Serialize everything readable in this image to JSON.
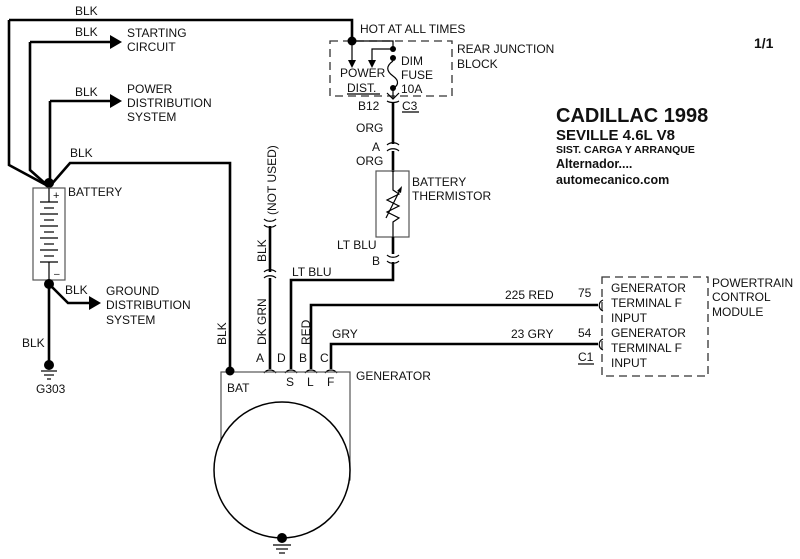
{
  "page_number": "1/1",
  "title": {
    "make_year": "CADILLAC 1998",
    "model": "SEVILLE  4.6L  V8",
    "system": "SIST. CARGA Y ARRANQUE",
    "component": "Alternador....",
    "site": "automecanico.com"
  },
  "battery": {
    "label": "BATTERY",
    "plus": "+",
    "minus": "–",
    "wires": {
      "top_loop": "BLK",
      "starting": "BLK",
      "power_dist": "BLK",
      "to_generator": "BLK",
      "ground_dist": "BLK",
      "ground": "BLK"
    }
  },
  "destinations": {
    "starting_circuit": [
      "STARTING",
      "CIRCUIT"
    ],
    "power_distribution": [
      "POWER",
      "DISTRIBUTION",
      "SYSTEM"
    ],
    "ground_distribution": [
      "GROUND",
      "DISTRIBUTION",
      "SYSTEM"
    ]
  },
  "ground": {
    "label": "G303"
  },
  "junction_block": {
    "hot_label": "HOT AT ALL TIMES",
    "name": [
      "REAR JUNCTION",
      "BLOCK"
    ],
    "power_dist": [
      "POWER",
      "DIST."
    ],
    "fuse": [
      "DIM",
      "FUSE",
      "10A"
    ],
    "connector_pin": "B12",
    "connector": "C3"
  },
  "thermistor": {
    "name": [
      "BATTERY",
      "THERMISTOR"
    ],
    "wire_top_1": "ORG",
    "pin_a": "A",
    "wire_top_2": "ORG",
    "wire_bottom": "LT BLU",
    "pin_b": "B"
  },
  "generator": {
    "name": "GENERATOR",
    "bat_wire": "BLK",
    "bat_terminal": "BAT",
    "not_used": "(NOT USED)",
    "not_used_wire": "BLK",
    "pins": [
      {
        "pin": "A",
        "wire": "DK GRN",
        "terminal": ""
      },
      {
        "pin": "D",
        "wire": "LT BLU",
        "terminal": "S"
      },
      {
        "pin": "B",
        "wire": "RED",
        "terminal": "L"
      },
      {
        "pin": "C",
        "wire": "GRY",
        "terminal": "F"
      }
    ]
  },
  "pcm": {
    "name": [
      "POWERTRAIN",
      "CONTROL",
      "MODULE"
    ],
    "circuits": [
      {
        "wire": "225  RED",
        "pin": "75",
        "desc": [
          "GENERATOR",
          "TERMINAL F",
          "INPUT"
        ]
      },
      {
        "wire": "23  GRY",
        "pin": "54",
        "desc": [
          "GENERATOR",
          "TERMINAL F",
          "INPUT"
        ]
      }
    ],
    "connector": "C1"
  }
}
